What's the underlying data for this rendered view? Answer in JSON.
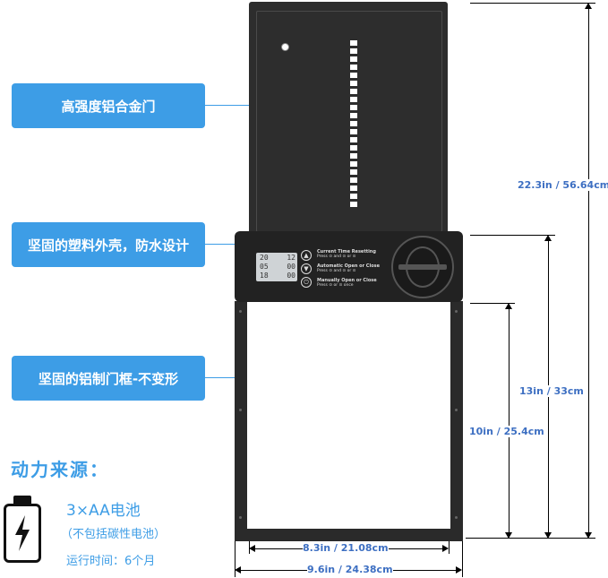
{
  "callouts": [
    {
      "label": "高强度铝合金门"
    },
    {
      "label": "坚固的塑料外壳，防水设计"
    },
    {
      "label": "坚固的铝制门框-不变形"
    }
  ],
  "lcd": {
    "row1_left": "20",
    "row1_right": "12",
    "row2_left": "05",
    "row2_right": "00",
    "row3_left": "18",
    "row3_right": "00"
  },
  "instructions": [
    {
      "title": "Current Time Resetting",
      "sub": "Press ⊙ and ⊙ or ⊙"
    },
    {
      "title": "Automatic Open or Close",
      "sub": "Press ⊙ and ⊙ or ⊙"
    },
    {
      "title": "Manually Open or Close",
      "sub": "Press ⊙ or ⊙ once"
    }
  ],
  "dimensions": {
    "total_height": "22.3in / 56.64cm",
    "frame_height": "13in / 33cm",
    "opening_height": "10in / 25.4cm",
    "opening_width": "8.3in / 21.08cm",
    "frame_width": "9.6in / 24.38cm"
  },
  "power": {
    "title": "动力来源：",
    "battery": "3×AA电池",
    "note": "（不包括碳性电池）",
    "runtime": "运行时间：6个月"
  },
  "icons": [
    "battery-icon",
    "lightning-icon",
    "knob-icon"
  ],
  "colors": {
    "accent": "#3d9de6",
    "dimension_text": "#3d6fc2",
    "device": "#2d2d2d"
  }
}
